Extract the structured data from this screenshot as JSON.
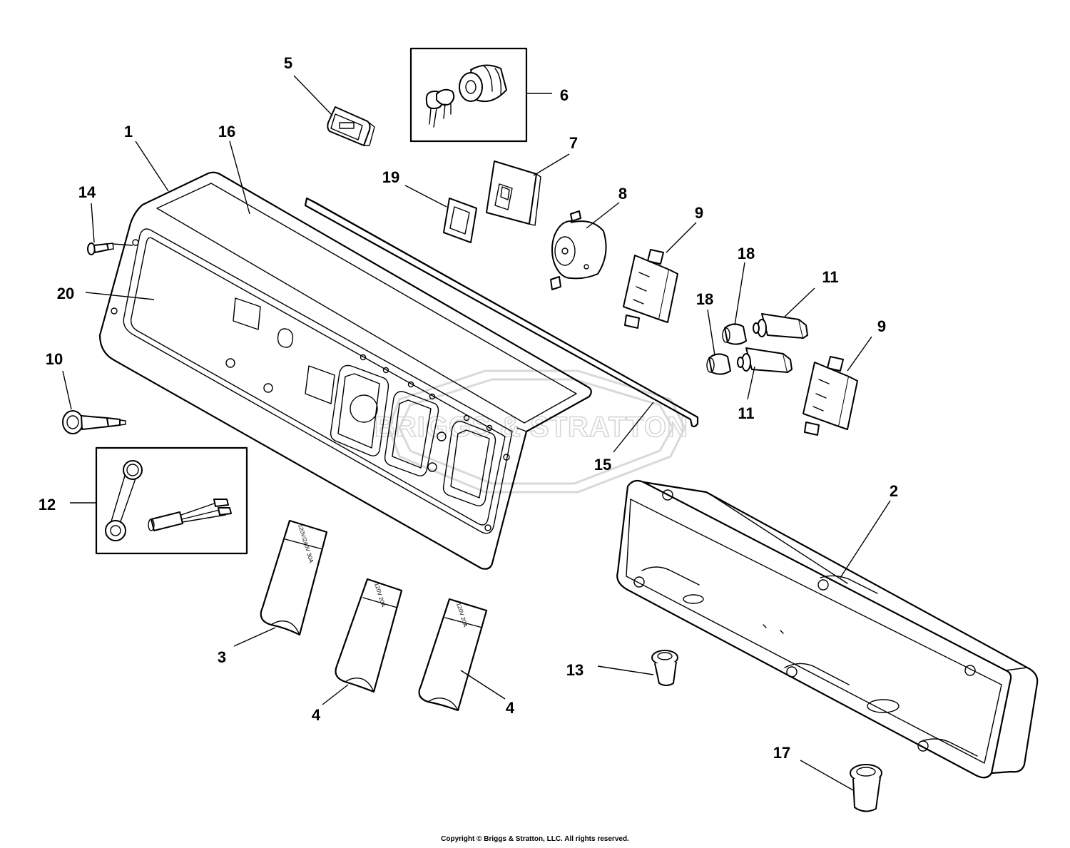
{
  "watermark": {
    "text": "BRIGGS & STRATTON"
  },
  "callouts": [
    {
      "id": "c1",
      "label": "1"
    },
    {
      "id": "c2",
      "label": "2"
    },
    {
      "id": "c3",
      "label": "3"
    },
    {
      "id": "c4a",
      "label": "4"
    },
    {
      "id": "c4b",
      "label": "4"
    },
    {
      "id": "c5",
      "label": "5"
    },
    {
      "id": "c6",
      "label": "6"
    },
    {
      "id": "c7",
      "label": "7"
    },
    {
      "id": "c8",
      "label": "8"
    },
    {
      "id": "c9a",
      "label": "9"
    },
    {
      "id": "c9b",
      "label": "9"
    },
    {
      "id": "c10",
      "label": "10"
    },
    {
      "id": "c11a",
      "label": "11"
    },
    {
      "id": "c11b",
      "label": "11"
    },
    {
      "id": "c12",
      "label": "12"
    },
    {
      "id": "c13",
      "label": "13"
    },
    {
      "id": "c14",
      "label": "14"
    },
    {
      "id": "c15",
      "label": "15"
    },
    {
      "id": "c16",
      "label": "16"
    },
    {
      "id": "c17",
      "label": "17"
    },
    {
      "id": "c18a",
      "label": "18"
    },
    {
      "id": "c18b",
      "label": "18"
    },
    {
      "id": "c19",
      "label": "19"
    },
    {
      "id": "c20",
      "label": "20"
    }
  ],
  "decals": {
    "outlet_30a": "120V/240V 30A",
    "outlet_20a_1": "120V 20A",
    "outlet_20a_2": "120V 20A"
  },
  "copyright": "Copyright © Briggs & Stratton, LLC. All rights reserved."
}
